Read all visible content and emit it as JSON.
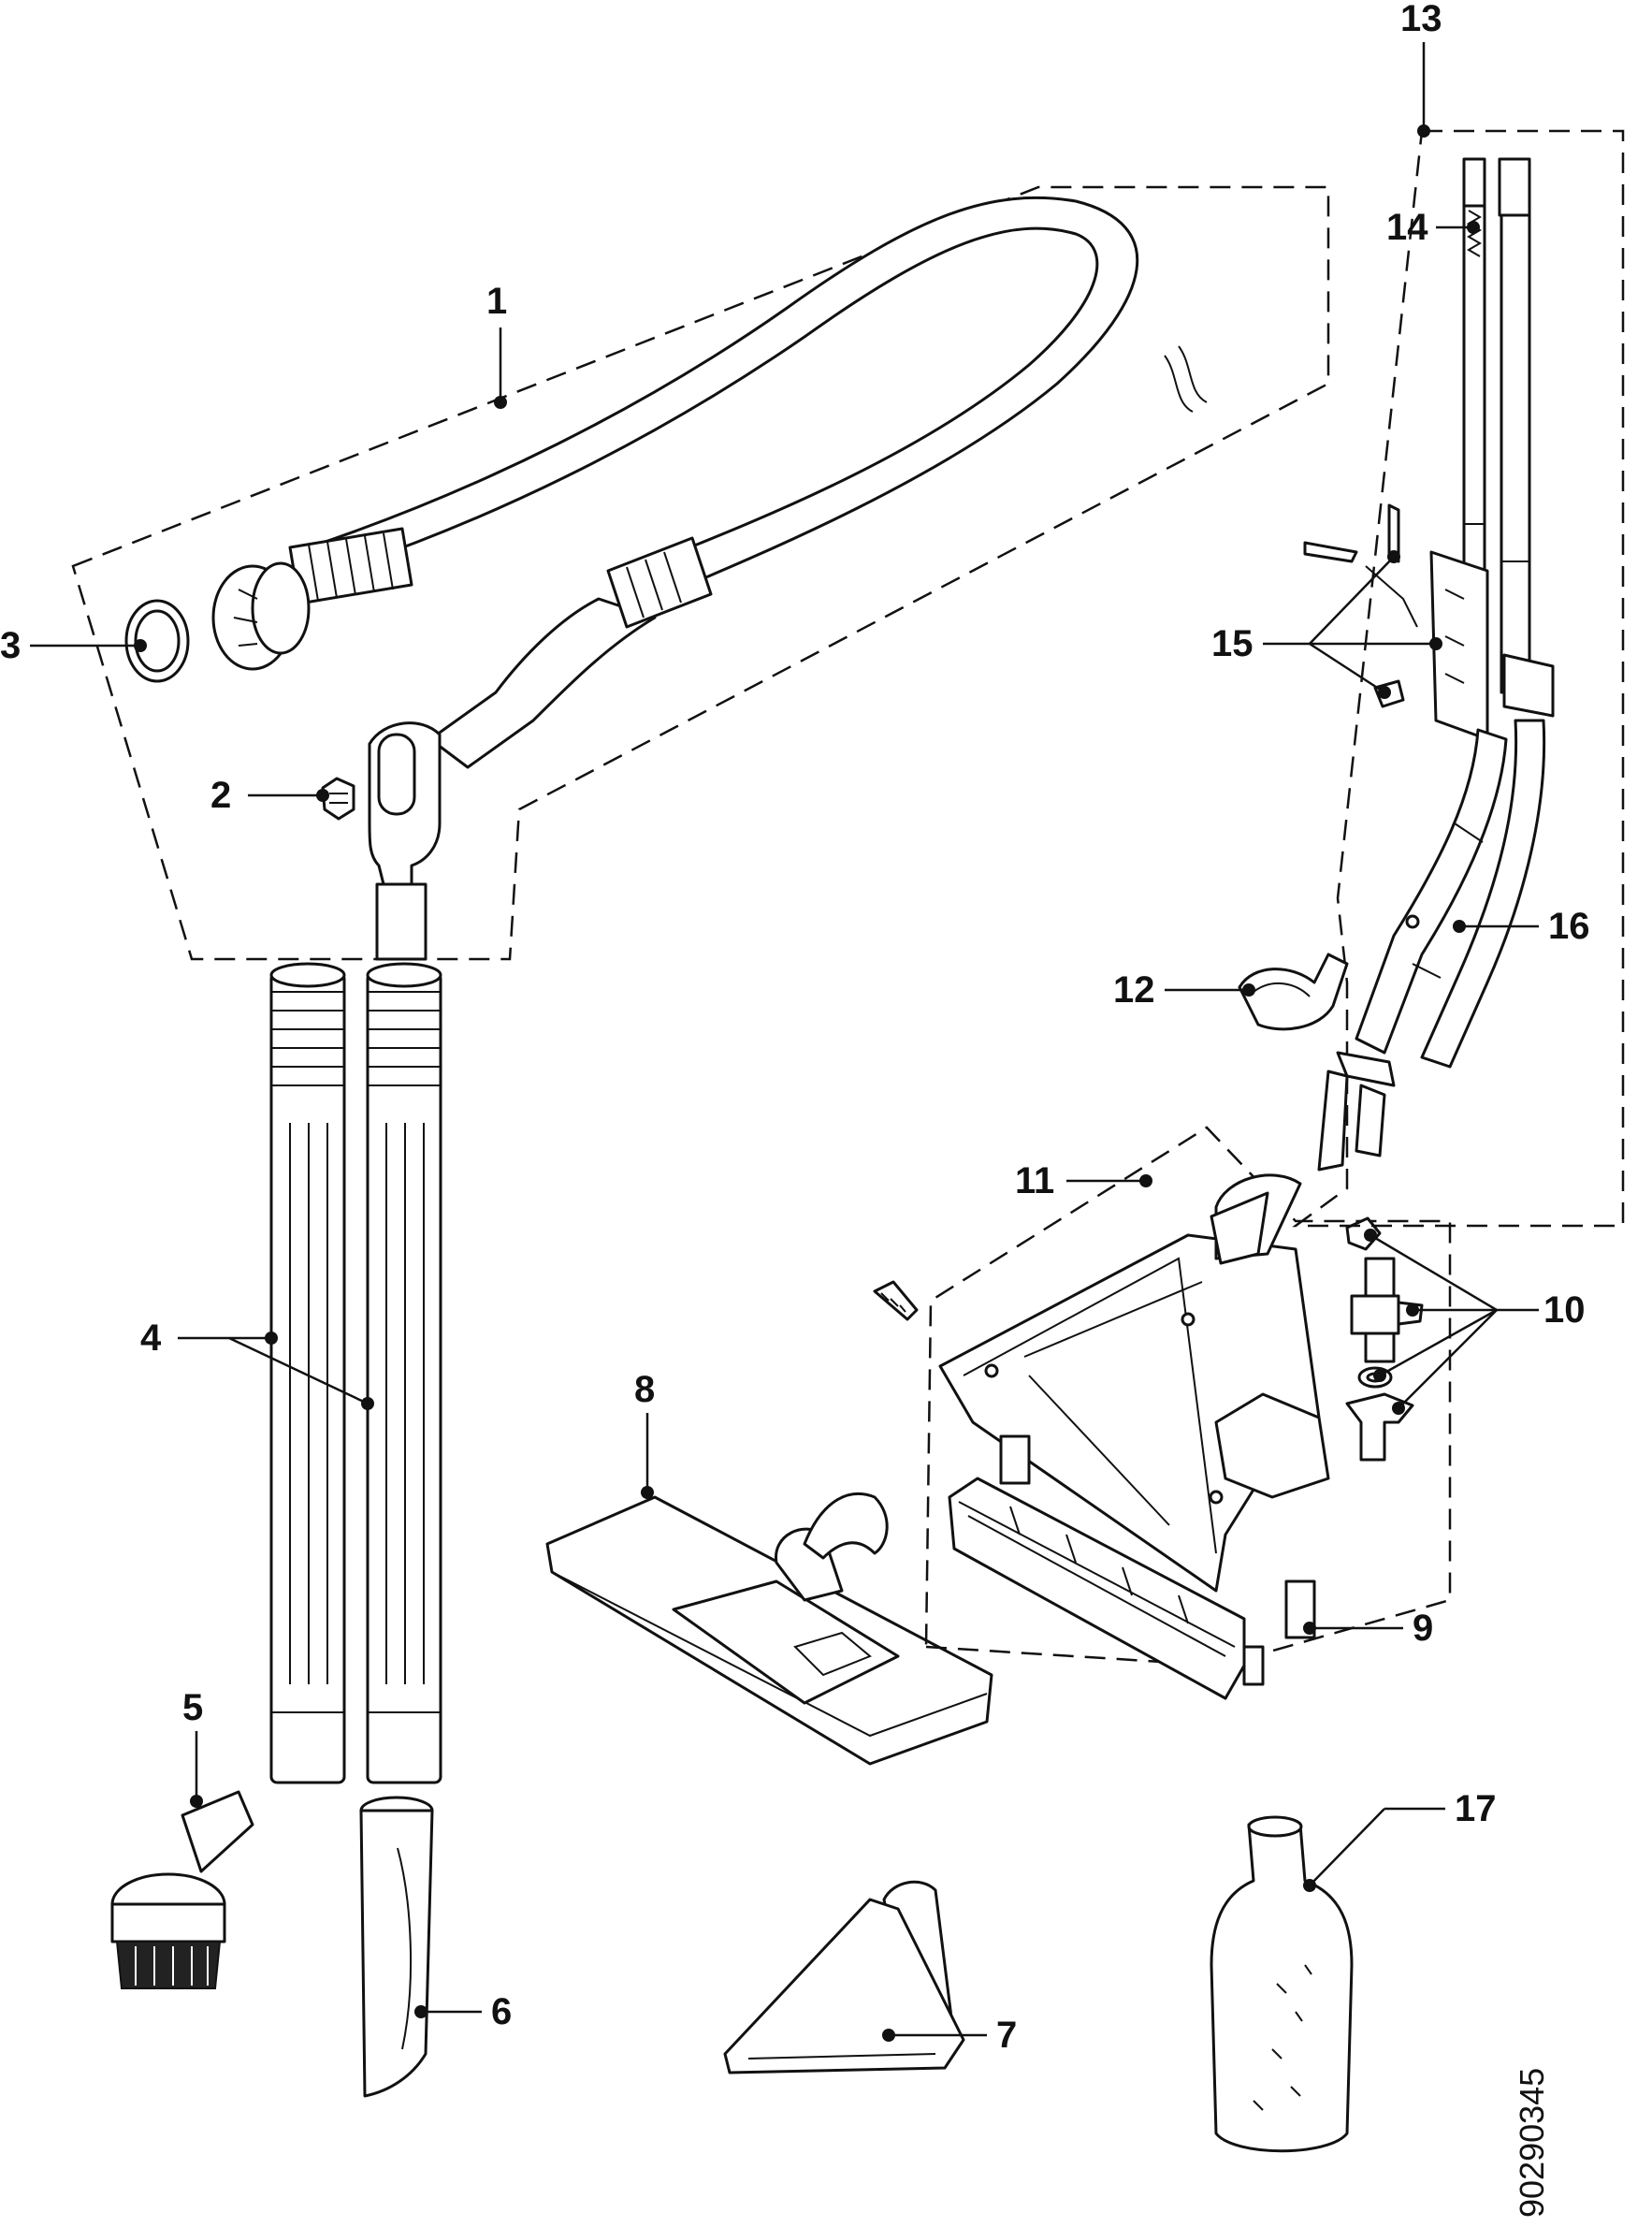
{
  "callouts": {
    "c1": "1",
    "c2": "2",
    "c3": "3",
    "c4": "4",
    "c5": "5",
    "c6": "6",
    "c7": "7",
    "c8": "8",
    "c9": "9",
    "c10": "10",
    "c11": "11",
    "c12": "12",
    "c13": "13",
    "c14": "14",
    "c15": "15",
    "c16": "16",
    "c17": "17"
  },
  "document_number": "90290345"
}
